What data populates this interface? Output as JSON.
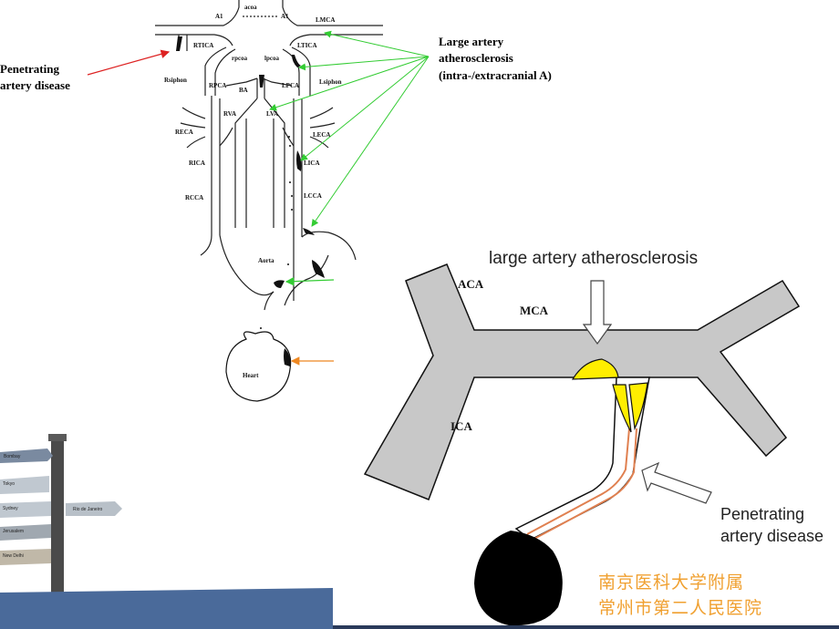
{
  "slide": {
    "left_caption": {
      "line1": "Penetrating",
      "line2": "artery disease"
    },
    "right_caption": {
      "line1": "Large artery",
      "line2": "atherosclerosis",
      "line3": "(intra-/extracranial A)"
    }
  },
  "top_diagram": {
    "labels": {
      "acoa": "acoa",
      "a1_left": "A1",
      "a1_right": "A1",
      "lmca": "LMCA",
      "rtica": "RTICA",
      "ltica": "LTICA",
      "rpcoa": "rpcoa",
      "lpcoa": "lpcoa",
      "rsiphon": "Rsiphon",
      "lsiphon": "Lsiphon",
      "rpca": "RPCA",
      "lpca": "LPCA",
      "ba": "BA",
      "rva": "RVA",
      "lva": "LVA",
      "reca": "RECA",
      "leca": "LECA",
      "rica": "RICA",
      "lica": "LICA",
      "rcca": "RCCA",
      "lcca": "LCCA",
      "aorta": "Aorta",
      "heart": "Heart"
    }
  },
  "bottom_diagram": {
    "title": "large artery atherosclerosis",
    "aca": "ACA",
    "mca": "MCA",
    "ica": "ICA",
    "penetrating_line1": "Penetrating",
    "penetrating_line2": "artery disease"
  },
  "footer": {
    "hospital_line1": "南京医科大学附属",
    "hospital_line2": "常州市第二人民医院",
    "accent_color": "#f0a030",
    "band_color": "#4a6a9a"
  },
  "signpost": {
    "signs": [
      "Bombay",
      "Tokyo",
      "Sydney",
      "Rio de Janeiro",
      "Jerusalem",
      "New Delhi"
    ]
  },
  "colors": {
    "green_arrow": "#33cc33",
    "red_arrow": "#dd2222",
    "orange_arrow": "#ee8822",
    "vessel_gray": "#c8c8c8",
    "plaque_yellow": "#ffee00"
  }
}
